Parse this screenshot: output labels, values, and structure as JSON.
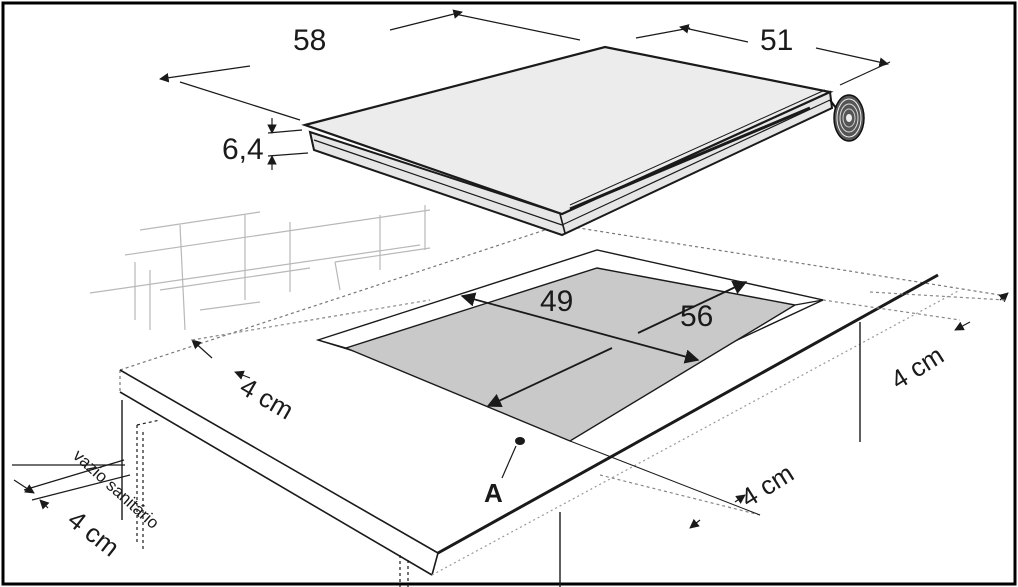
{
  "labels": {
    "hob_depth": "58",
    "hob_width": "51",
    "hob_height": "6,4",
    "cutout_width": "49",
    "cutout_depth": "56",
    "clearance_back": "4 cm",
    "clearance_right": "4 cm",
    "clearance_front": "4 cm",
    "clearance_bottom": "4 cm",
    "void_label": "vazio sanitário",
    "marker_a": "A"
  },
  "colors": {
    "line": "#1a1a1a",
    "hob_top": "#ebebeb",
    "cutout": "#c9c9c9",
    "border": "#000000"
  }
}
